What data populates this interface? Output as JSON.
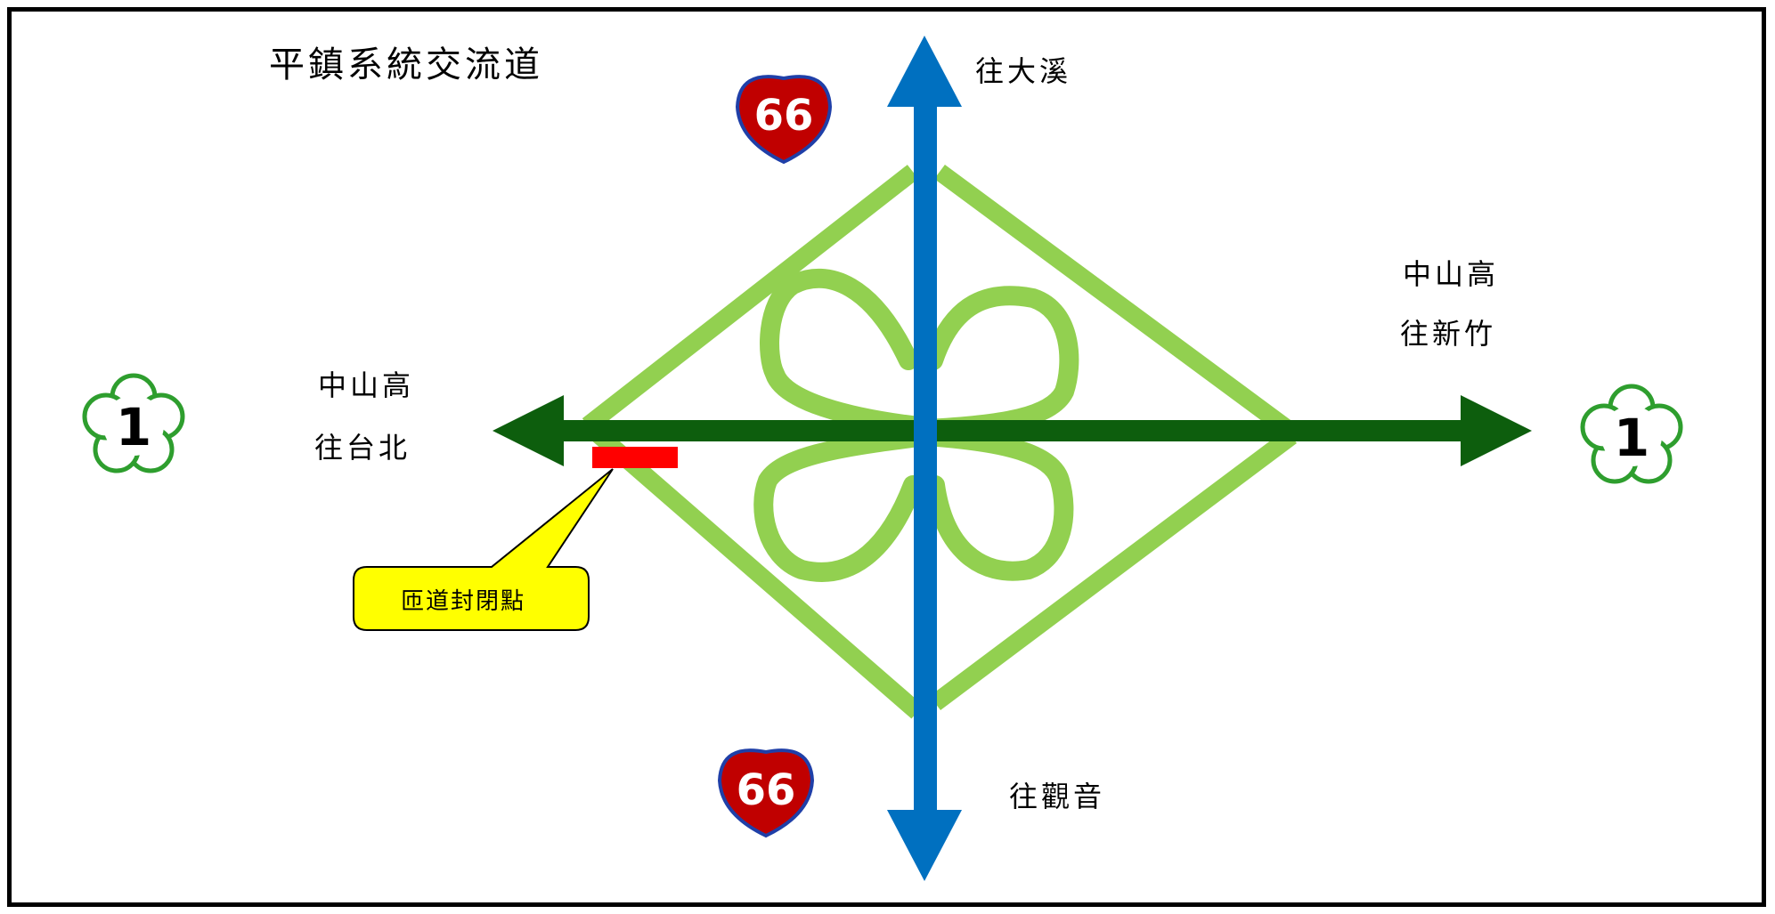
{
  "title": "平鎮系統交流道",
  "directions": {
    "north": "往大溪",
    "south": "往觀音",
    "west_line1": "中山高",
    "west_line2": "往台北",
    "east_line1": "中山高",
    "east_line2": "往新竹"
  },
  "shields": {
    "provincial_route": "66",
    "national_freeway": "1"
  },
  "callout": "匝道封閉點",
  "colors": {
    "ramp": "#92d050",
    "freeway": "#0d5e0d",
    "provincial": "#0070c0",
    "closure": "#ff0000",
    "callout_fill": "#ffff00",
    "shield66_fill": "#c00000",
    "shield66_border": "#1f3fa8",
    "shield1_outline": "#2e9e2e"
  }
}
